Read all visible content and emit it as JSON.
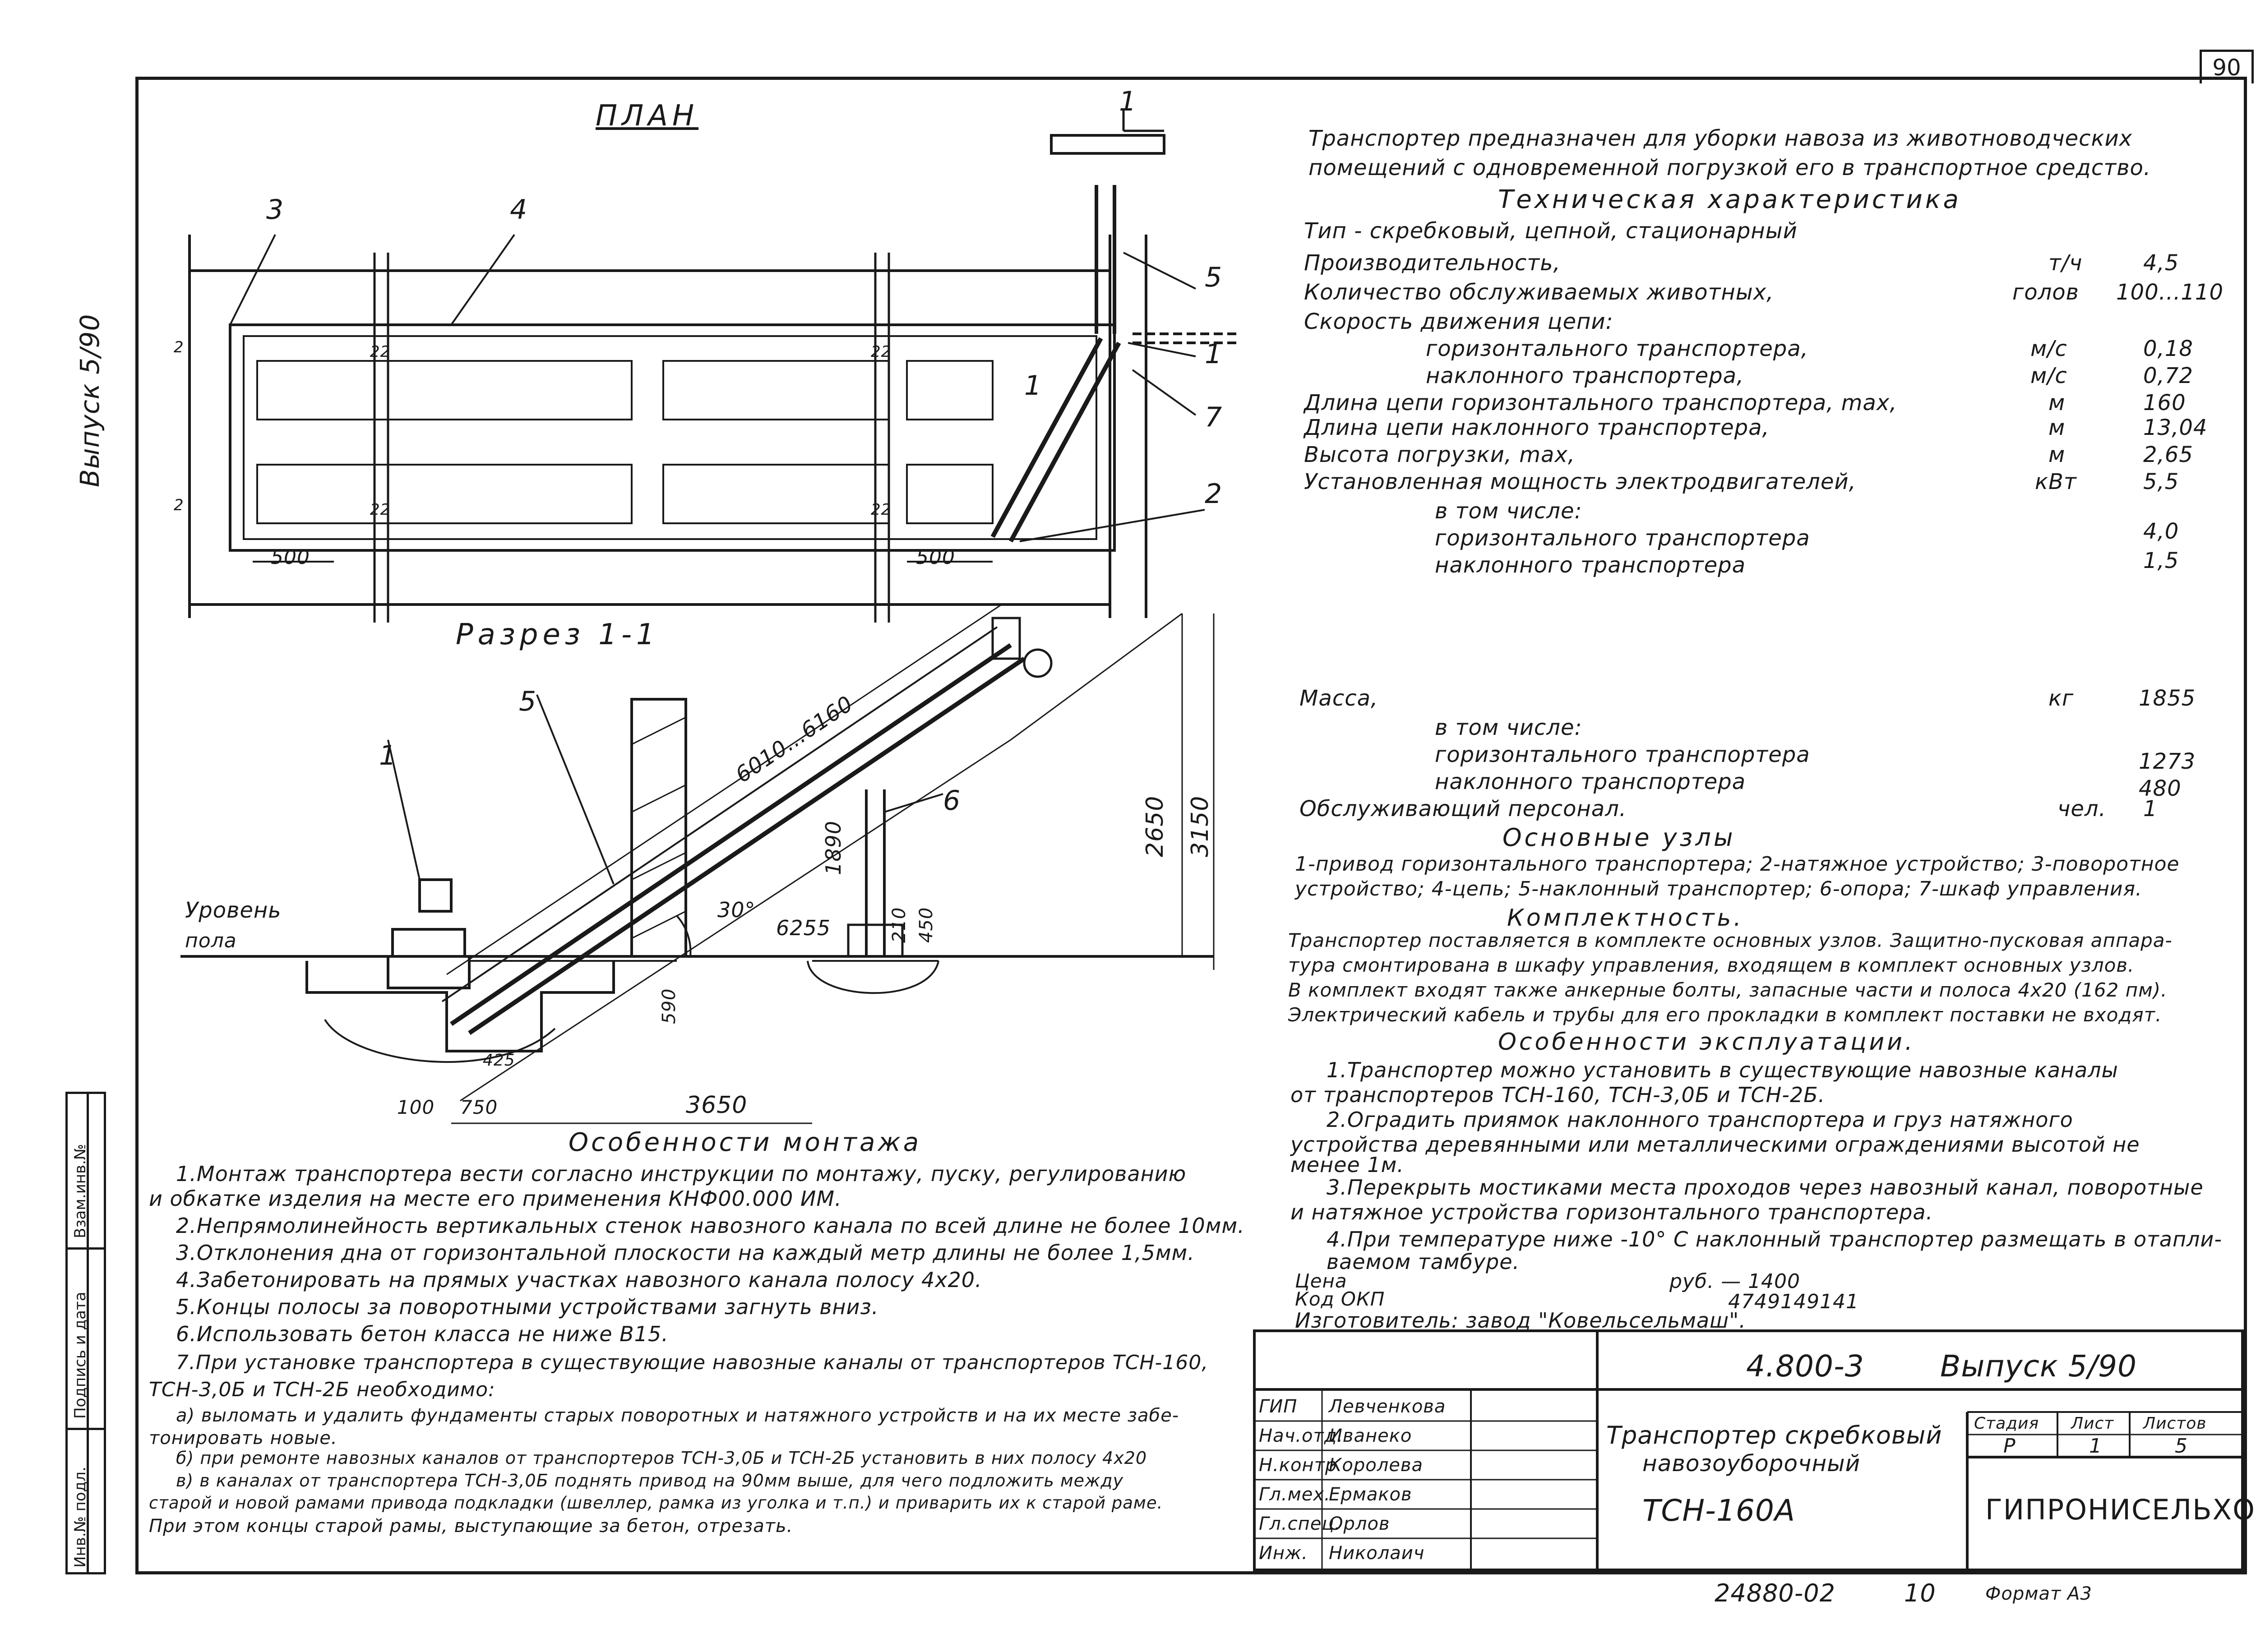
{
  "sheet_number": "90",
  "side": {
    "vypusk": "Выпуск 5/90",
    "labels": [
      "Инв.№ подл.",
      "Подпись и дата",
      "Взам.инв.№"
    ]
  },
  "plan": {
    "title": "ПЛАН",
    "section_mark": "1",
    "callouts": [
      "3",
      "4",
      "5",
      "1",
      "7",
      "2",
      "1"
    ],
    "dims": [
      "500",
      "500"
    ],
    "axis_marks": [
      "2",
      "22",
      "22",
      "2",
      "22",
      "22"
    ]
  },
  "section": {
    "title": "Разрез 1-1",
    "floor_label_1": "Уровень",
    "floor_label_2": "пола",
    "callouts": [
      "1",
      "5",
      "6"
    ],
    "dims": [
      "6010...6160",
      "30°",
      "6255",
      "1890",
      "2650",
      "3150",
      "210",
      "450",
      "590",
      "425",
      "100",
      "750",
      "3650"
    ]
  },
  "description": {
    "intro_1": "Транспортер предназначен для уборки навоза из животноводческих",
    "intro_2": "помещений с одновременной погрузкой его в транспортное средство.",
    "tech_title": "Техническая характеристика",
    "type_line_1": "Тип - скребковый, цепной, стационарный",
    "specs": [
      {
        "label": "Производительность,",
        "unit": "т/ч",
        "value": "4,5"
      },
      {
        "label": "Количество обслуживаемых животных,",
        "unit": "голов",
        "value": "100...110"
      },
      {
        "label": "Скорость движения цепи:",
        "unit": "",
        "value": ""
      },
      {
        "label": "горизонтального транспортера,",
        "unit": "м/с",
        "value": "0,18"
      },
      {
        "label": "наклонного транспортера,",
        "unit": "м/с",
        "value": "0,72"
      },
      {
        "label": "Длина цепи горизонтального транспортера, max,",
        "unit": "м",
        "value": "160"
      },
      {
        "label": "Длина цепи наклонного транспортера,",
        "unit": "м",
        "value": "13,04"
      },
      {
        "label": "Высота погрузки, max,",
        "unit": "м",
        "value": "2,65"
      },
      {
        "label": "Установленная мощность электродвигателей,",
        "unit": "кВт",
        "value": "5,5"
      },
      {
        "label": "в том числе:",
        "unit": "",
        "value": ""
      },
      {
        "label": "горизонтального транспортера",
        "unit": "",
        "value": "4,0"
      },
      {
        "label": "наклонного транспортера",
        "unit": "",
        "value": "1,5"
      }
    ],
    "mass": [
      {
        "label": "Масса,",
        "unit": "кг",
        "value": "1855"
      },
      {
        "label": "в том числе:",
        "unit": "",
        "value": ""
      },
      {
        "label": "горизонтального транспортера",
        "unit": "",
        "value": "1273"
      },
      {
        "label": "наклонного транспортера",
        "unit": "",
        "value": "480"
      },
      {
        "label": "Обслуживающий персонал.",
        "unit": "чел.",
        "value": "1"
      }
    ],
    "nodes_title": "Основные узлы",
    "nodes_1": "1-привод горизонтального транспортера; 2-натяжное устройство; 3-поворотное",
    "nodes_2": "устройство; 4-цепь; 5-наклонный транспортер; 6-опора; 7-шкаф управления.",
    "complect_title": "Комплектность.",
    "complect": [
      "Транспортер поставляется в комплекте основных узлов. Защитно-пусковая аппара-",
      "тура смонтирована в шкафу управления, входящем в комплект основных узлов.",
      "В комплект входят также анкерные болты, запасные части и полоса 4х20 (162 пм).",
      "Электрический кабель и трубы для его прокладки в комплект поставки не входят."
    ],
    "oper_title": "Особенности эксплуатации.",
    "oper": [
      "1.Транспортер можно установить в существующие навозные каналы",
      "от транспортеров ТСН-160, ТСН-3,0Б и ТСН-2Б.",
      "2.Оградить приямок наклонного транспортера и груз натяжного",
      "устройства деревянными или металлическими ограждениями высотой не",
      "менее 1м.",
      "3.Перекрыть мостиками места проходов через навозный канал, поворотные",
      "и натяжное устройства горизонтального транспортера.",
      "4.При температуре ниже -10° С наклонный транспортер размещать в отапли-",
      "ваемом тамбуре."
    ],
    "price_label": "Цена",
    "price_value": "руб. — 1400",
    "okp_label": "Код ОКП",
    "okp_value": "4749149141",
    "maker": "Изготовитель: завод \"Ковельсельмаш\"."
  },
  "mounting": {
    "title": "Особенности монтажа",
    "lines": [
      "1.Монтаж транспортера вести согласно инструкции по монтажу, пуску, регулированию",
      "и обкатке изделия на месте его применения КНФ00.000 ИМ.",
      "2.Непрямолинейность вертикальных стенок навозного канала по всей длине не более 10мм.",
      "3.Отклонения дна от горизонтальной плоскости на каждый метр длины не более 1,5мм.",
      "4.Забетонировать на прямых участках навозного канала полосу 4х20.",
      "5.Концы полосы за поворотными устройствами загнуть вниз.",
      "6.Использовать бетон класса не ниже В15.",
      "7.При установке транспортера в существующие навозные каналы от транспортеров ТСН-160,",
      "ТСН-3,0Б и ТСН-2Б необходимо:",
      "а) выломать и удалить фундаменты старых поворотных и натяжного устройств и на их месте забе-",
      "тонировать новые.",
      "б) при ремонте навозных каналов от транспортеров ТСН-3,0Б и ТСН-2Б установить в них полосу 4х20",
      "в) в каналах от транспортера ТСН-3,0Б поднять привод на 90мм выше, для чего подложить между",
      "старой и новой рамами привода подкладки (швеллер, рамка из уголка и т.п.) и приварить их к старой раме.",
      "При этом концы старой рамы, выступающие за бетон, отрезать."
    ]
  },
  "title_block": {
    "code": "4.800-3",
    "vypusk": "Выпуск 5/90",
    "name_1": "Транспортер скребковый",
    "name_2": "навозоуборочный",
    "name_3": "ТСН-160А",
    "stage_h": "Стадия",
    "sheet_h": "Лист",
    "sheets_h": "Листов",
    "stage": "Р",
    "sheet": "1",
    "sheets": "5",
    "org": "ГИПРОНИСЕЛЬХОЗ",
    "roles": [
      {
        "role": "ГИП",
        "name": "Левченкова"
      },
      {
        "role": "Нач.отд.",
        "name": "Иванеко"
      },
      {
        "role": "Н.контр",
        "name": "Королева"
      },
      {
        "role": "Гл.мех.",
        "name": "Ермаков"
      },
      {
        "role": "Гл.спец.",
        "name": "Орлов"
      },
      {
        "role": "Инж.",
        "name": "Николаич"
      }
    ]
  },
  "footer": {
    "inv": "24880-02",
    "page": "10",
    "format": "Формат А3"
  }
}
